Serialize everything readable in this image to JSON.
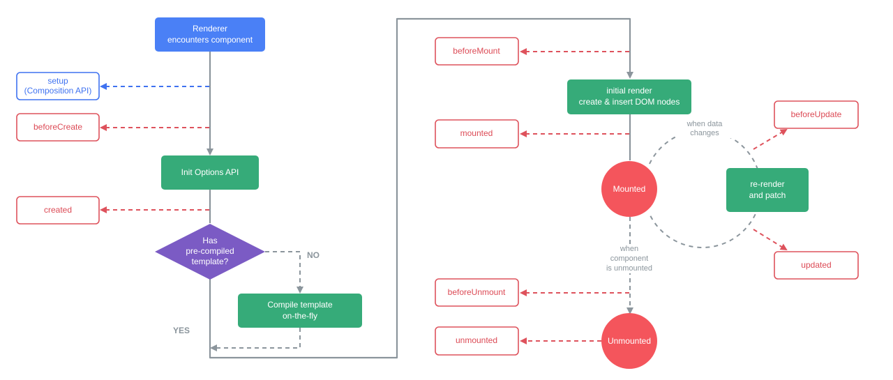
{
  "nodes": {
    "renderer": {
      "line1": "Renderer",
      "line2": "encounters component"
    },
    "setup": {
      "line1": "setup",
      "line2": "(Composition API)"
    },
    "before_create": {
      "label": "beforeCreate"
    },
    "init_options": {
      "label": "Init Options API"
    },
    "created": {
      "label": "created"
    },
    "has_template": {
      "line1": "Has",
      "line2": "pre-compiled",
      "line3": "template?"
    },
    "compile_template": {
      "line1": "Compile template",
      "line2": "on-the-fly"
    },
    "before_mount": {
      "label": "beforeMount"
    },
    "initial_render": {
      "line1": "initial render",
      "line2": "create & insert DOM nodes"
    },
    "mounted_hook": {
      "label": "mounted"
    },
    "mounted_state": {
      "label": "Mounted"
    },
    "rerender": {
      "line1": "re-render",
      "line2": "and patch"
    },
    "before_update": {
      "label": "beforeUpdate"
    },
    "updated": {
      "label": "updated"
    },
    "before_unmount": {
      "label": "beforeUnmount"
    },
    "unmounted_hook": {
      "label": "unmounted"
    },
    "unmounted_state": {
      "label": "Unmounted"
    }
  },
  "edge_labels": {
    "no": "NO",
    "yes": "YES",
    "when_data_changes": {
      "line1": "when data",
      "line2": "changes"
    },
    "when_unmounted": {
      "line1": "when",
      "line2": "component",
      "line3": "is unmounted"
    }
  },
  "colors": {
    "renderer_blue": "#4a80f6",
    "setup_blue": "#3f72f0",
    "step_green": "#36ab79",
    "decision_purple": "#7b5bc4",
    "hook_red": "#de525c",
    "state_red": "#f4555c",
    "flow_grey": "#8b959c"
  }
}
